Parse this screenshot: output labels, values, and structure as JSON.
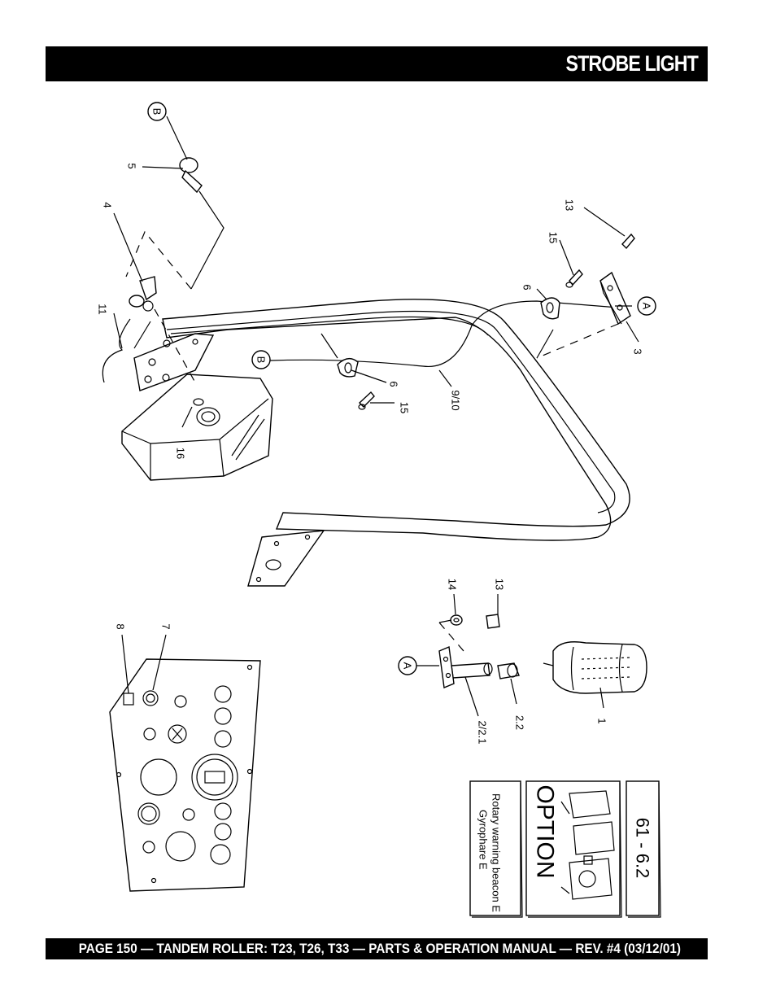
{
  "header": {
    "title": "STROBE LIGHT"
  },
  "footer": {
    "text": "PAGE 150 — TANDEM ROLLER: T23, T26, T33 — PARTS & OPERATION MANUAL — REV. #4 (03/12/01)"
  },
  "diagram": {
    "callouts": {
      "c1": "1",
      "c22": "2.2",
      "c221": "2/2.1",
      "c3": "3",
      "c4": "4",
      "c5": "5",
      "c6a": "6",
      "c6b": "6",
      "c7": "7",
      "c8": "8",
      "c910": "9/10",
      "c11": "11",
      "c13a": "13",
      "c13b": "13",
      "c14": "14",
      "c15a": "15",
      "c15b": "15",
      "c16": "16",
      "refA1": "A",
      "refA2": "A",
      "refB1": "B",
      "refB2": "B"
    },
    "option_label": {
      "code": "61 - 6.2",
      "title": "OPTION",
      "line1": "Rotary warning beacon  E",
      "line2": "Gyrophare  E"
    }
  }
}
